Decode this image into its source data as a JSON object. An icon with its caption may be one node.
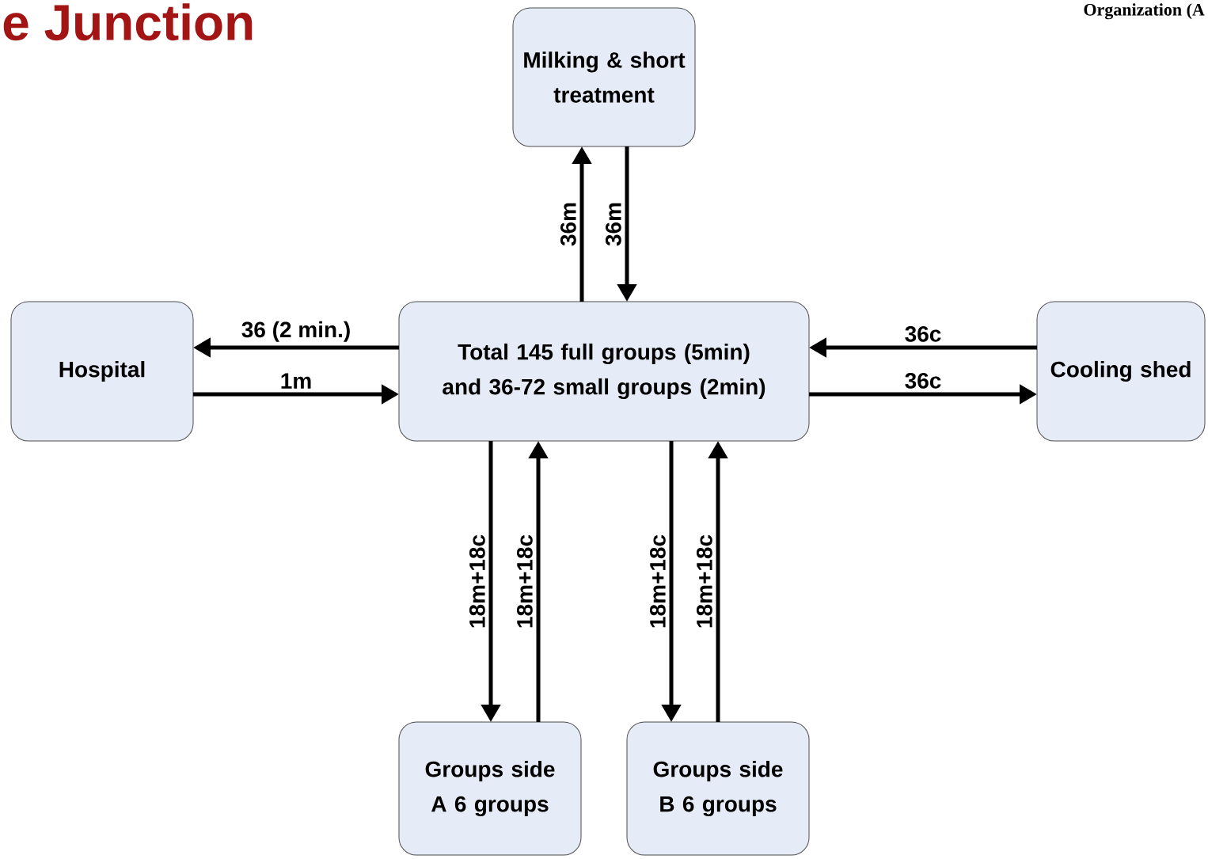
{
  "diagram": {
    "nodes": [
      {
        "text": [
          "Milking & short treatment"
        ]
      },
      {
        "text": [
          "Hospital"
        ]
      },
      {
        "text": [
          "Total 145 full groups (5min) and 36-72 small groups (2min)"
        ]
      },
      {
        "text": [
          "Cooling shed"
        ]
      },
      {
        "text": [
          "Groups side A 6 groups"
        ]
      },
      {
        "text": [
          "Groups side B 6 groups"
        ]
      }
    ],
    "edges": [
      {
        "from": 2,
        "to": 0,
        "arrow": "to",
        "label": "36m"
      },
      {
        "from": 0,
        "to": 2,
        "arrow": "to",
        "label": "36m"
      },
      {
        "from": 2,
        "to": 1,
        "arrow": "to",
        "label": "36 (2 min.)"
      },
      {
        "from": 1,
        "to": 2,
        "arrow": "to",
        "label": "1m"
      },
      {
        "from": 3,
        "to": 2,
        "arrow": "to",
        "label": "36c"
      },
      {
        "from": 2,
        "to": 3,
        "arrow": "to",
        "label": "36c"
      },
      {
        "from": 2,
        "to": 4,
        "arrow": "to",
        "label": "18m+18c"
      },
      {
        "from": 4,
        "to": 2,
        "arrow": "to",
        "label": "18m+18c"
      },
      {
        "from": 2,
        "to": 5,
        "arrow": "to",
        "label": "18m+18c"
      },
      {
        "from": 5,
        "to": 2,
        "arrow": "to",
        "label": "18m+18c"
      }
    ],
    "labels": [
      "e Junction",
      "Organization (A"
    ]
  }
}
